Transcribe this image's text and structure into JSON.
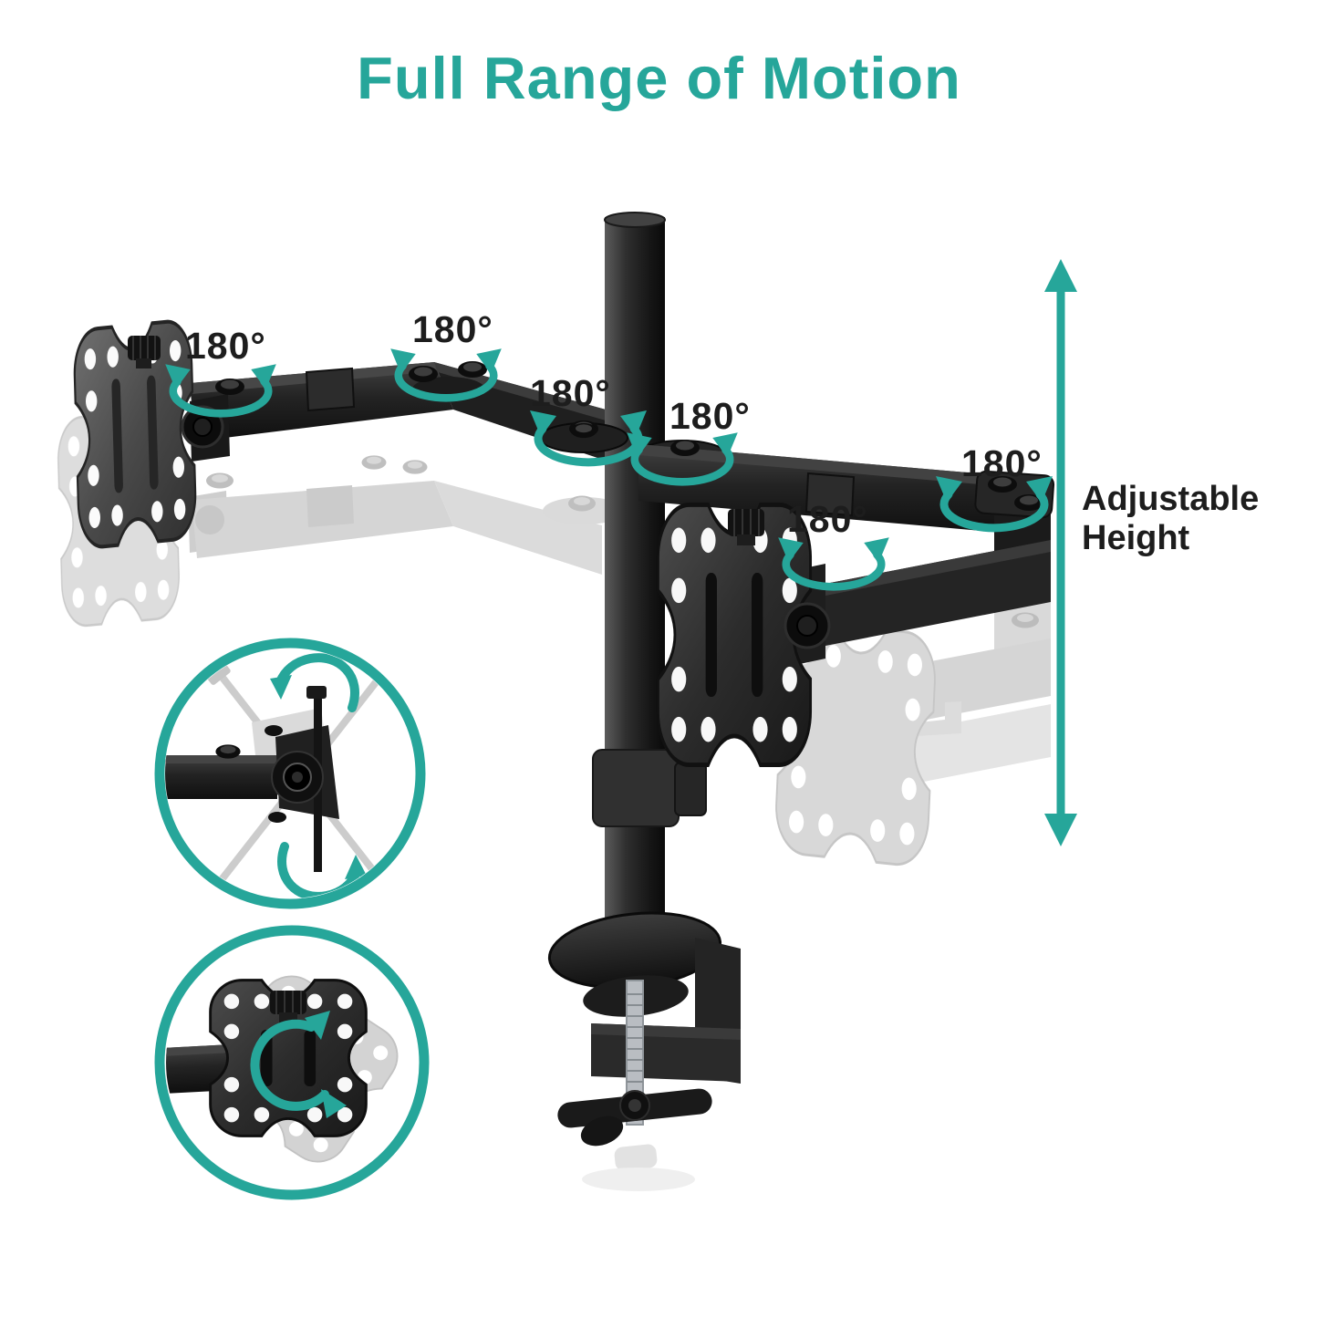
{
  "title": "Full Range of Motion",
  "colors": {
    "teal": "#26a69a",
    "label": "#1d1d1d"
  },
  "labels": {
    "rotations": [
      "180°",
      "180°",
      "180°",
      "180°",
      "180°",
      "180°"
    ],
    "adjustable_height": "Adjustable Height"
  },
  "icons": {
    "rotation_arrow": "curved-double-headed-rotation-arrow",
    "height_arrow": "vertical-double-headed-arrow",
    "tilt_inset": "monitor-tilt-detail",
    "rotate_inset": "vesa-plate-rotation-detail"
  }
}
